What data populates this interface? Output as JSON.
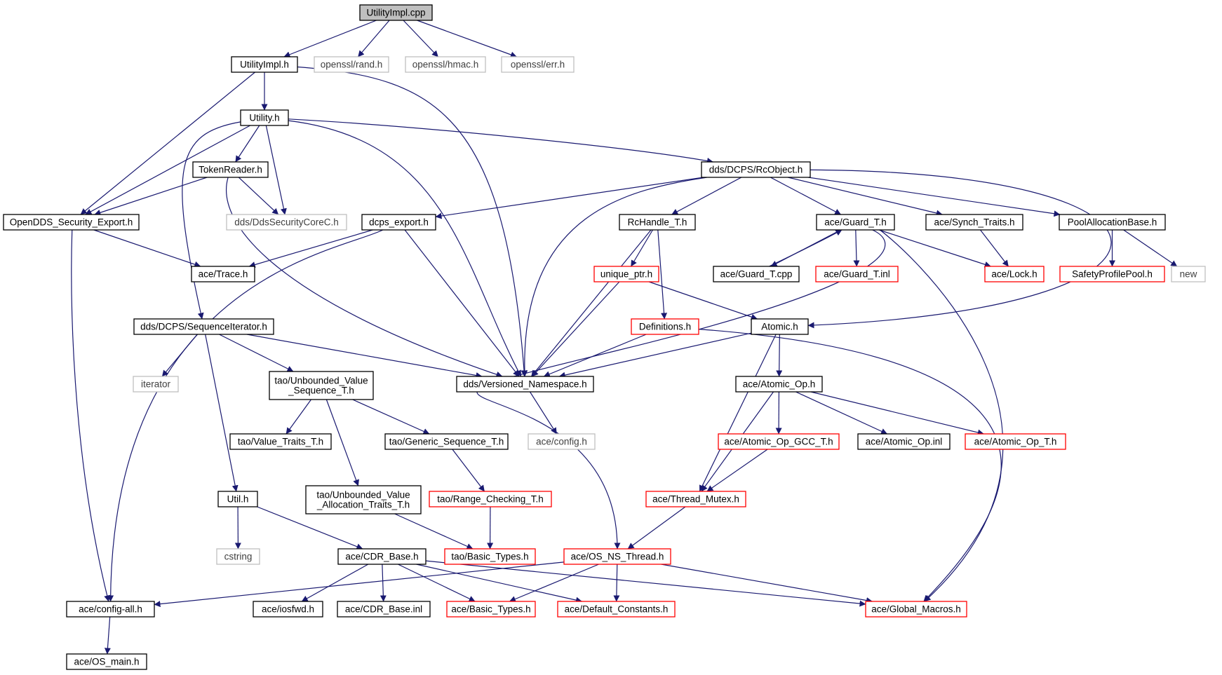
{
  "colors": {
    "edge": "#191970",
    "border_default": "#000000",
    "border_truncated": "#ff0000",
    "border_external": "#bfbfbf",
    "root_fill": "#bfbfbf",
    "text_default": "#000000",
    "text_external": "#404040"
  },
  "nodes": [
    {
      "id": "utilityimpl_cpp",
      "label": "UtilityImpl.cpp",
      "kind": "root"
    },
    {
      "id": "utilityimpl_h",
      "label": "UtilityImpl.h",
      "kind": "default"
    },
    {
      "id": "openssl_rand",
      "label": "openssl/rand.h",
      "kind": "external"
    },
    {
      "id": "openssl_hmac",
      "label": "openssl/hmac.h",
      "kind": "external"
    },
    {
      "id": "openssl_err",
      "label": "openssl/err.h",
      "kind": "external"
    },
    {
      "id": "utility_h",
      "label": "Utility.h",
      "kind": "default"
    },
    {
      "id": "tokenreader",
      "label": "TokenReader.h",
      "kind": "default"
    },
    {
      "id": "rcobject",
      "label": "dds/DCPS/RcObject.h",
      "kind": "default"
    },
    {
      "id": "security_export",
      "label": "OpenDDS_Security_Export.h",
      "kind": "default"
    },
    {
      "id": "ddssecuritycorec",
      "label": "dds/DdsSecurityCoreC.h",
      "kind": "external"
    },
    {
      "id": "dcps_export",
      "label": "dcps_export.h",
      "kind": "default"
    },
    {
      "id": "rchandle",
      "label": "RcHandle_T.h",
      "kind": "default"
    },
    {
      "id": "guard_t_h",
      "label": "ace/Guard_T.h",
      "kind": "default"
    },
    {
      "id": "synch_traits",
      "label": "ace/Synch_Traits.h",
      "kind": "default"
    },
    {
      "id": "poolallocbase",
      "label": "PoolAllocationBase.h",
      "kind": "default"
    },
    {
      "id": "ace_trace",
      "label": "ace/Trace.h",
      "kind": "default"
    },
    {
      "id": "unique_ptr",
      "label": "unique_ptr.h",
      "kind": "truncated"
    },
    {
      "id": "guard_t_cpp",
      "label": "ace/Guard_T.cpp",
      "kind": "default"
    },
    {
      "id": "guard_t_inl",
      "label": "ace/Guard_T.inl",
      "kind": "truncated"
    },
    {
      "id": "ace_lock",
      "label": "ace/Lock.h",
      "kind": "truncated"
    },
    {
      "id": "safetyprofilepool",
      "label": "SafetyProfilePool.h",
      "kind": "truncated"
    },
    {
      "id": "new_h",
      "label": "new",
      "kind": "external"
    },
    {
      "id": "sequenceiterator",
      "label": "dds/DCPS/SequenceIterator.h",
      "kind": "default"
    },
    {
      "id": "definitions",
      "label": "Definitions.h",
      "kind": "truncated"
    },
    {
      "id": "atomic_h",
      "label": "Atomic.h",
      "kind": "default"
    },
    {
      "id": "iterator_h",
      "label": "iterator",
      "kind": "external"
    },
    {
      "id": "unbounded_vseq",
      "label": "tao/Unbounded_Value\n_Sequence_T.h",
      "kind": "default"
    },
    {
      "id": "versioned_ns",
      "label": "dds/Versioned_Namespace.h",
      "kind": "default"
    },
    {
      "id": "atomic_op_h",
      "label": "ace/Atomic_Op.h",
      "kind": "default"
    },
    {
      "id": "value_traits",
      "label": "tao/Value_Traits_T.h",
      "kind": "default"
    },
    {
      "id": "generic_seq",
      "label": "tao/Generic_Sequence_T.h",
      "kind": "default"
    },
    {
      "id": "ace_config_h",
      "label": "ace/config.h",
      "kind": "external"
    },
    {
      "id": "atomic_op_gcc",
      "label": "ace/Atomic_Op_GCC_T.h",
      "kind": "truncated"
    },
    {
      "id": "atomic_op_inl",
      "label": "ace/Atomic_Op.inl",
      "kind": "default"
    },
    {
      "id": "atomic_op_t",
      "label": "ace/Atomic_Op_T.h",
      "kind": "truncated"
    },
    {
      "id": "util_h",
      "label": "Util.h",
      "kind": "default"
    },
    {
      "id": "unbounded_valloc",
      "label": "tao/Unbounded_Value\n_Allocation_Traits_T.h",
      "kind": "default"
    },
    {
      "id": "range_checking",
      "label": "tao/Range_Checking_T.h",
      "kind": "truncated"
    },
    {
      "id": "thread_mutex",
      "label": "ace/Thread_Mutex.h",
      "kind": "truncated"
    },
    {
      "id": "cstring_h",
      "label": "cstring",
      "kind": "external"
    },
    {
      "id": "cdr_base_h",
      "label": "ace/CDR_Base.h",
      "kind": "default"
    },
    {
      "id": "tao_basic_types",
      "label": "tao/Basic_Types.h",
      "kind": "truncated"
    },
    {
      "id": "os_ns_thread",
      "label": "ace/OS_NS_Thread.h",
      "kind": "truncated"
    },
    {
      "id": "config_all",
      "label": "ace/config-all.h",
      "kind": "default"
    },
    {
      "id": "iosfwd_h",
      "label": "ace/iosfwd.h",
      "kind": "default"
    },
    {
      "id": "cdr_base_inl",
      "label": "ace/CDR_Base.inl",
      "kind": "default"
    },
    {
      "id": "ace_basic_types",
      "label": "ace/Basic_Types.h",
      "kind": "truncated"
    },
    {
      "id": "default_constants",
      "label": "ace/Default_Constants.h",
      "kind": "truncated"
    },
    {
      "id": "global_macros",
      "label": "ace/Global_Macros.h",
      "kind": "truncated"
    },
    {
      "id": "os_main",
      "label": "ace/OS_main.h",
      "kind": "default"
    }
  ],
  "edges": [
    [
      "utilityimpl_cpp",
      "utilityimpl_h"
    ],
    [
      "utilityimpl_cpp",
      "openssl_rand"
    ],
    [
      "utilityimpl_cpp",
      "openssl_hmac"
    ],
    [
      "utilityimpl_cpp",
      "openssl_err"
    ],
    [
      "utilityimpl_h",
      "utility_h"
    ],
    [
      "utilityimpl_h",
      "security_export"
    ],
    [
      "utilityimpl_h",
      "versioned_ns"
    ],
    [
      "utility_h",
      "tokenreader"
    ],
    [
      "utility_h",
      "rcobject"
    ],
    [
      "utility_h",
      "security_export"
    ],
    [
      "utility_h",
      "ddssecuritycorec"
    ],
    [
      "utility_h",
      "sequenceiterator"
    ],
    [
      "utility_h",
      "versioned_ns"
    ],
    [
      "tokenreader",
      "security_export"
    ],
    [
      "tokenreader",
      "ddssecuritycorec"
    ],
    [
      "tokenreader",
      "versioned_ns"
    ],
    [
      "security_export",
      "ace_trace"
    ],
    [
      "security_export",
      "config_all"
    ],
    [
      "rcobject",
      "dcps_export"
    ],
    [
      "rcobject",
      "rchandle"
    ],
    [
      "rcobject",
      "guard_t_h"
    ],
    [
      "rcobject",
      "synch_traits"
    ],
    [
      "rcobject",
      "poolallocbase"
    ],
    [
      "rcobject",
      "atomic_h"
    ],
    [
      "rcobject",
      "versioned_ns"
    ],
    [
      "dcps_export",
      "ace_trace"
    ],
    [
      "dcps_export",
      "config_all"
    ],
    [
      "dcps_export",
      "versioned_ns"
    ],
    [
      "rchandle",
      "unique_ptr"
    ],
    [
      "rchandle",
      "definitions"
    ],
    [
      "rchandle",
      "versioned_ns"
    ],
    [
      "guard_t_h",
      "guard_t_cpp"
    ],
    [
      "guard_t_cpp",
      "guard_t_h"
    ],
    [
      "guard_t_h",
      "guard_t_inl"
    ],
    [
      "guard_t_h",
      "ace_lock"
    ],
    [
      "guard_t_h",
      "os_ns_thread"
    ],
    [
      "guard_t_h",
      "global_macros"
    ],
    [
      "synch_traits",
      "ace_lock"
    ],
    [
      "poolallocbase",
      "safetyprofilepool"
    ],
    [
      "poolallocbase",
      "new_h"
    ],
    [
      "unique_ptr",
      "atomic_h"
    ],
    [
      "unique_ptr",
      "versioned_ns"
    ],
    [
      "definitions",
      "versioned_ns"
    ],
    [
      "definitions",
      "global_macros"
    ],
    [
      "atomic_h",
      "versioned_ns"
    ],
    [
      "atomic_h",
      "atomic_op_h"
    ],
    [
      "atomic_h",
      "thread_mutex"
    ],
    [
      "sequenceiterator",
      "iterator_h"
    ],
    [
      "sequenceiterator",
      "unbounded_vseq"
    ],
    [
      "sequenceiterator",
      "versioned_ns"
    ],
    [
      "sequenceiterator",
      "util_h"
    ],
    [
      "unbounded_vseq",
      "value_traits"
    ],
    [
      "unbounded_vseq",
      "generic_seq"
    ],
    [
      "unbounded_vseq",
      "unbounded_valloc"
    ],
    [
      "versioned_ns",
      "ace_config_h"
    ],
    [
      "generic_seq",
      "range_checking"
    ],
    [
      "range_checking",
      "tao_basic_types"
    ],
    [
      "unbounded_valloc",
      "tao_basic_types"
    ],
    [
      "atomic_op_h",
      "atomic_op_gcc"
    ],
    [
      "atomic_op_h",
      "atomic_op_inl"
    ],
    [
      "atomic_op_h",
      "atomic_op_t"
    ],
    [
      "atomic_op_h",
      "thread_mutex"
    ],
    [
      "atomic_op_gcc",
      "thread_mutex"
    ],
    [
      "thread_mutex",
      "os_ns_thread"
    ],
    [
      "util_h",
      "cstring_h"
    ],
    [
      "util_h",
      "cdr_base_h"
    ],
    [
      "cdr_base_h",
      "iosfwd_h"
    ],
    [
      "cdr_base_h",
      "cdr_base_inl"
    ],
    [
      "cdr_base_h",
      "ace_basic_types"
    ],
    [
      "cdr_base_h",
      "default_constants"
    ],
    [
      "cdr_base_h",
      "global_macros"
    ],
    [
      "os_ns_thread",
      "config_all"
    ],
    [
      "os_ns_thread",
      "ace_basic_types"
    ],
    [
      "os_ns_thread",
      "default_constants"
    ],
    [
      "os_ns_thread",
      "global_macros"
    ],
    [
      "config_all",
      "os_main"
    ]
  ]
}
